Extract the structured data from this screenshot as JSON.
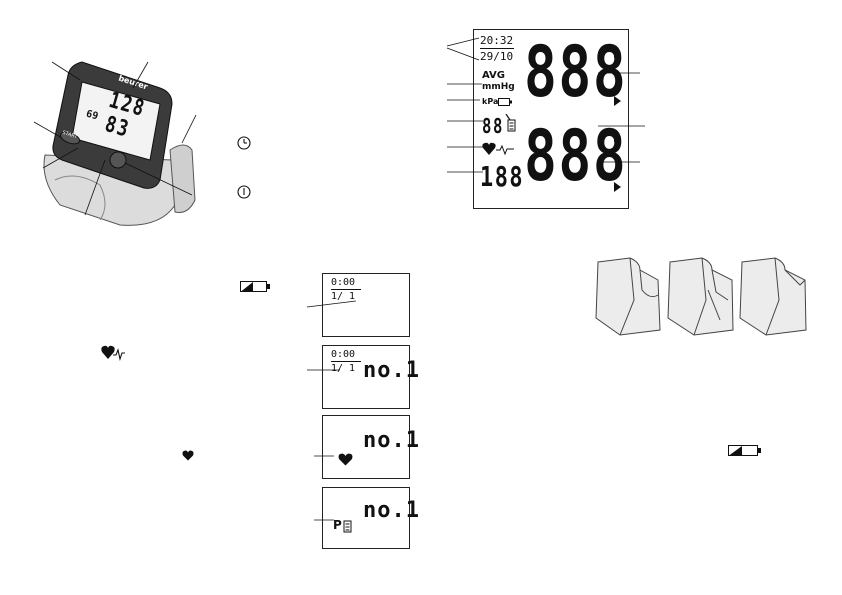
{
  "device": {
    "brand": "beurer",
    "screen_sys": "128",
    "screen_dia": "83",
    "screen_pulse": "69",
    "button_start_label": "START"
  },
  "main_lcd": {
    "time": "20:32",
    "date": "29/10",
    "avg": "AVG",
    "unit_mmhg": "mmHg",
    "unit_kpa": "kPa",
    "memory_digits": "88",
    "pulse_digits": "188",
    "sys_digits": "888",
    "dia_digits": "888"
  },
  "mini_displays": [
    {
      "time": "0:00",
      "date": "1/ 1",
      "text": ""
    },
    {
      "time": "0:00",
      "date": "1/ 1",
      "text": "no.1"
    },
    {
      "time": "",
      "date": "",
      "text": "no.1"
    },
    {
      "time": "",
      "date": "",
      "text": "no.1",
      "symbol": "P"
    }
  ],
  "icons": {
    "clock": "clock-icon",
    "power": "power-icon",
    "battery": "battery-icon",
    "heart": "heart-icon",
    "heart_arrhythmia": "heart-arrhythmia-icon"
  }
}
